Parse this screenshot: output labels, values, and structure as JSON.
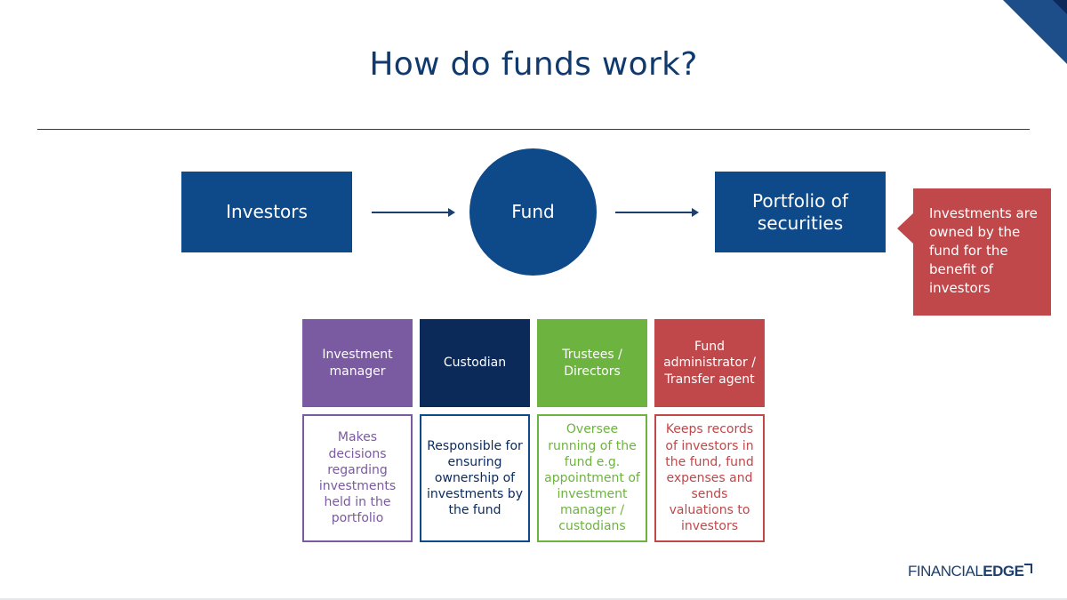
{
  "title": "How do funds work?",
  "flow": {
    "investors": "Investors",
    "fund": "Fund",
    "portfolio": "Portfolio of securities"
  },
  "callout": "Investments are owned by the fund for the benefit of investors",
  "roles": [
    {
      "label": "Investment manager",
      "description": "Makes decisions regarding investments held in the portfolio"
    },
    {
      "label": "Custodian",
      "description": "Responsible for ensuring ownership of investments by the fund"
    },
    {
      "label": "Trustees / Directors",
      "description": "Oversee running of the fund e.g. appointment of investment manager / custodians"
    },
    {
      "label": "Fund administrator / Transfer agent",
      "description": "Keeps records of investors in the fund, fund expenses and sends valuations to investors"
    }
  ],
  "logo": {
    "part1": "FINANCIAL",
    "part2": "EDGE"
  },
  "colors": {
    "primary": "#0e4a8a",
    "investment_manager": "#7a5aa0",
    "custodian": "#0b2a5a",
    "trustees": "#6db33f",
    "administrator": "#c0484a"
  },
  "icons": [
    "arrow-right-icon",
    "corner-decoration-icon",
    "logo-mark-icon"
  ]
}
